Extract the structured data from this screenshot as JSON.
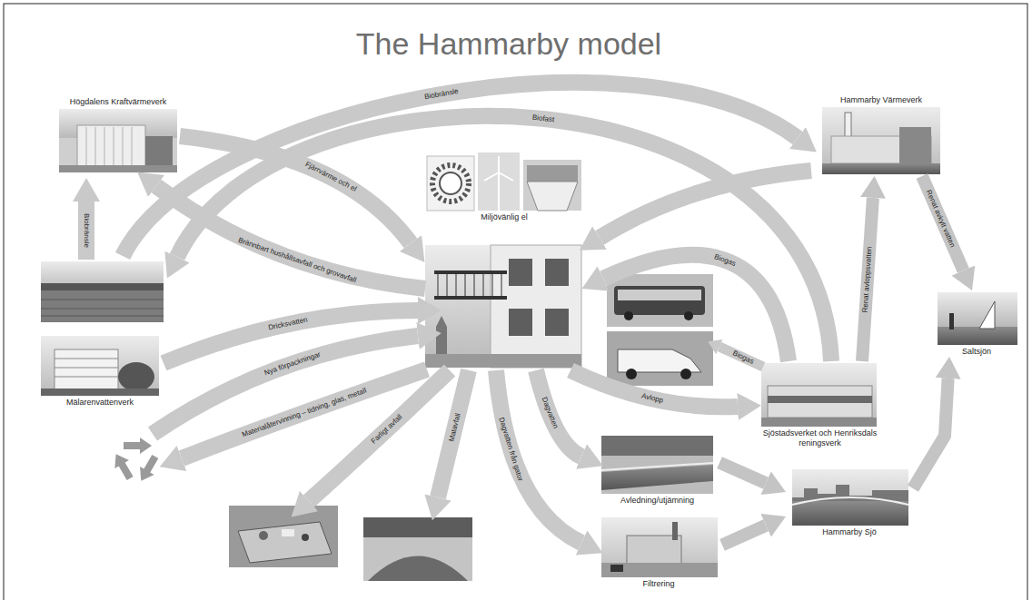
{
  "diagram": {
    "title": "The Hammarby model",
    "nodes": [
      {
        "text": [
          "Högdalens Kraftvärmeverk"
        ]
      },
      {
        "text": [
          "Hammarby Värmeverk"
        ]
      },
      {
        "text": [
          "Miljövänlig el"
        ]
      },
      {
        "text": [
          "Saltsjön"
        ]
      },
      {
        "text": [
          "Mälarenvattenverk"
        ]
      },
      {
        "text": [
          "Sjöstadsverket och Henriksdals reningsverk"
        ]
      },
      {
        "text": [
          "Avledning/utjämning"
        ]
      },
      {
        "text": [
          "Hammarby Sjö"
        ]
      },
      {
        "text": [
          "Filtrering"
        ]
      }
    ],
    "edges": [
      {
        "from": 5,
        "to": 1,
        "label": "Renat avloppsvatten",
        "arrow": "to"
      },
      {
        "from": 1,
        "to": 3,
        "label": "Renat avkylt vatten",
        "arrow": "to"
      },
      {
        "from": 6,
        "to": 7,
        "arrow": "to"
      },
      {
        "from": 8,
        "to": 7,
        "arrow": "to"
      },
      {
        "from": 7,
        "to": 3,
        "arrow": "to"
      }
    ],
    "labels": [
      "Biobränsle",
      "Biofast",
      "Fjärrvärme och el",
      "Biobränsle",
      "Brännbart hushållsavfall och grovavfall",
      "Dricksvatten",
      "Nya förpackningar",
      "Materialåtervinning – tidning, glas, metall",
      "Farligt avfall",
      "Matavfall",
      "Dagvatten från gator",
      "Dagvatten",
      "Avlopp",
      "Biogas",
      "Biogas"
    ]
  }
}
